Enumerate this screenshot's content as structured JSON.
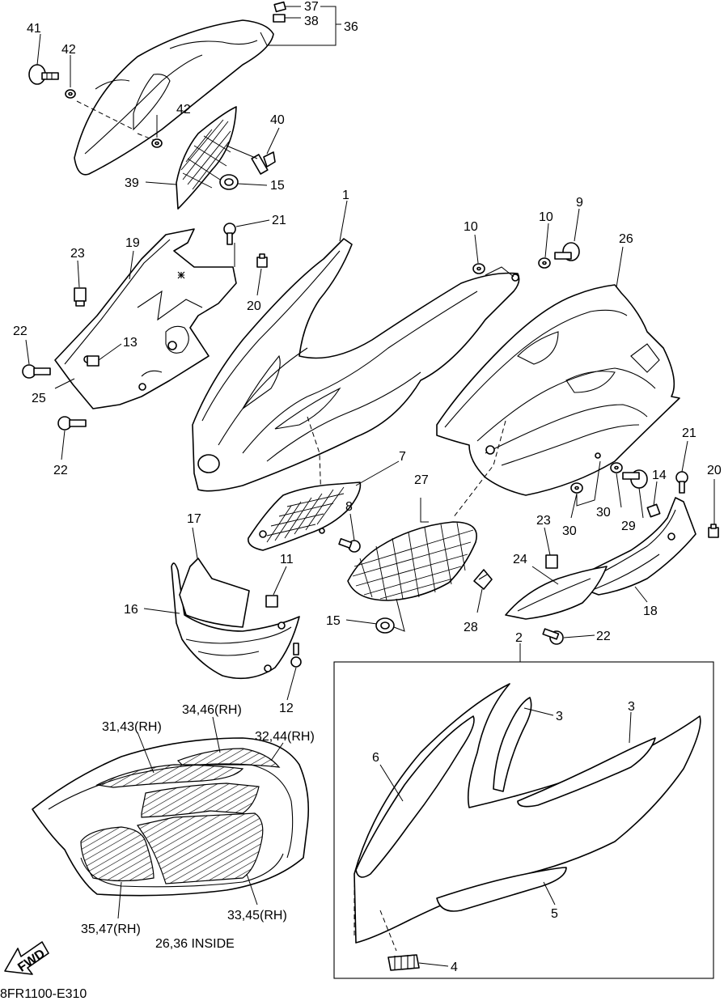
{
  "diagram_code": "8FR1100-E310",
  "note": "26,36 INSIDE",
  "fwd_label": "FWD",
  "labels": {
    "l1": "1",
    "l2": "2",
    "l3a": "3",
    "l3b": "3",
    "l4": "4",
    "l5": "5",
    "l6": "6",
    "l7": "7",
    "l8": "8",
    "l9": "9",
    "l10a": "10",
    "l10b": "10",
    "l11": "11",
    "l12": "12",
    "l13": "13",
    "l14": "14",
    "l15a": "15",
    "l15b": "15",
    "l16": "16",
    "l17": "17",
    "l18": "18",
    "l19": "19",
    "l20a": "20",
    "l20b": "20",
    "l21a": "21",
    "l21b": "21",
    "l22a": "22",
    "l22b": "22",
    "l22c": "22",
    "l23a": "23",
    "l23b": "23",
    "l24": "24",
    "l25": "25",
    "l26": "26",
    "l27": "27",
    "l28": "28",
    "l29": "29",
    "l30a": "30",
    "l30b": "30",
    "l31": "31,43(RH)",
    "l32": "32,44(RH)",
    "l33": "33,45(RH)",
    "l34": "34,46(RH)",
    "l35": "35,47(RH)",
    "l36": "36",
    "l37": "37",
    "l38": "38",
    "l39": "39",
    "l40": "40",
    "l41": "41",
    "l42a": "42",
    "l42b": "42"
  }
}
